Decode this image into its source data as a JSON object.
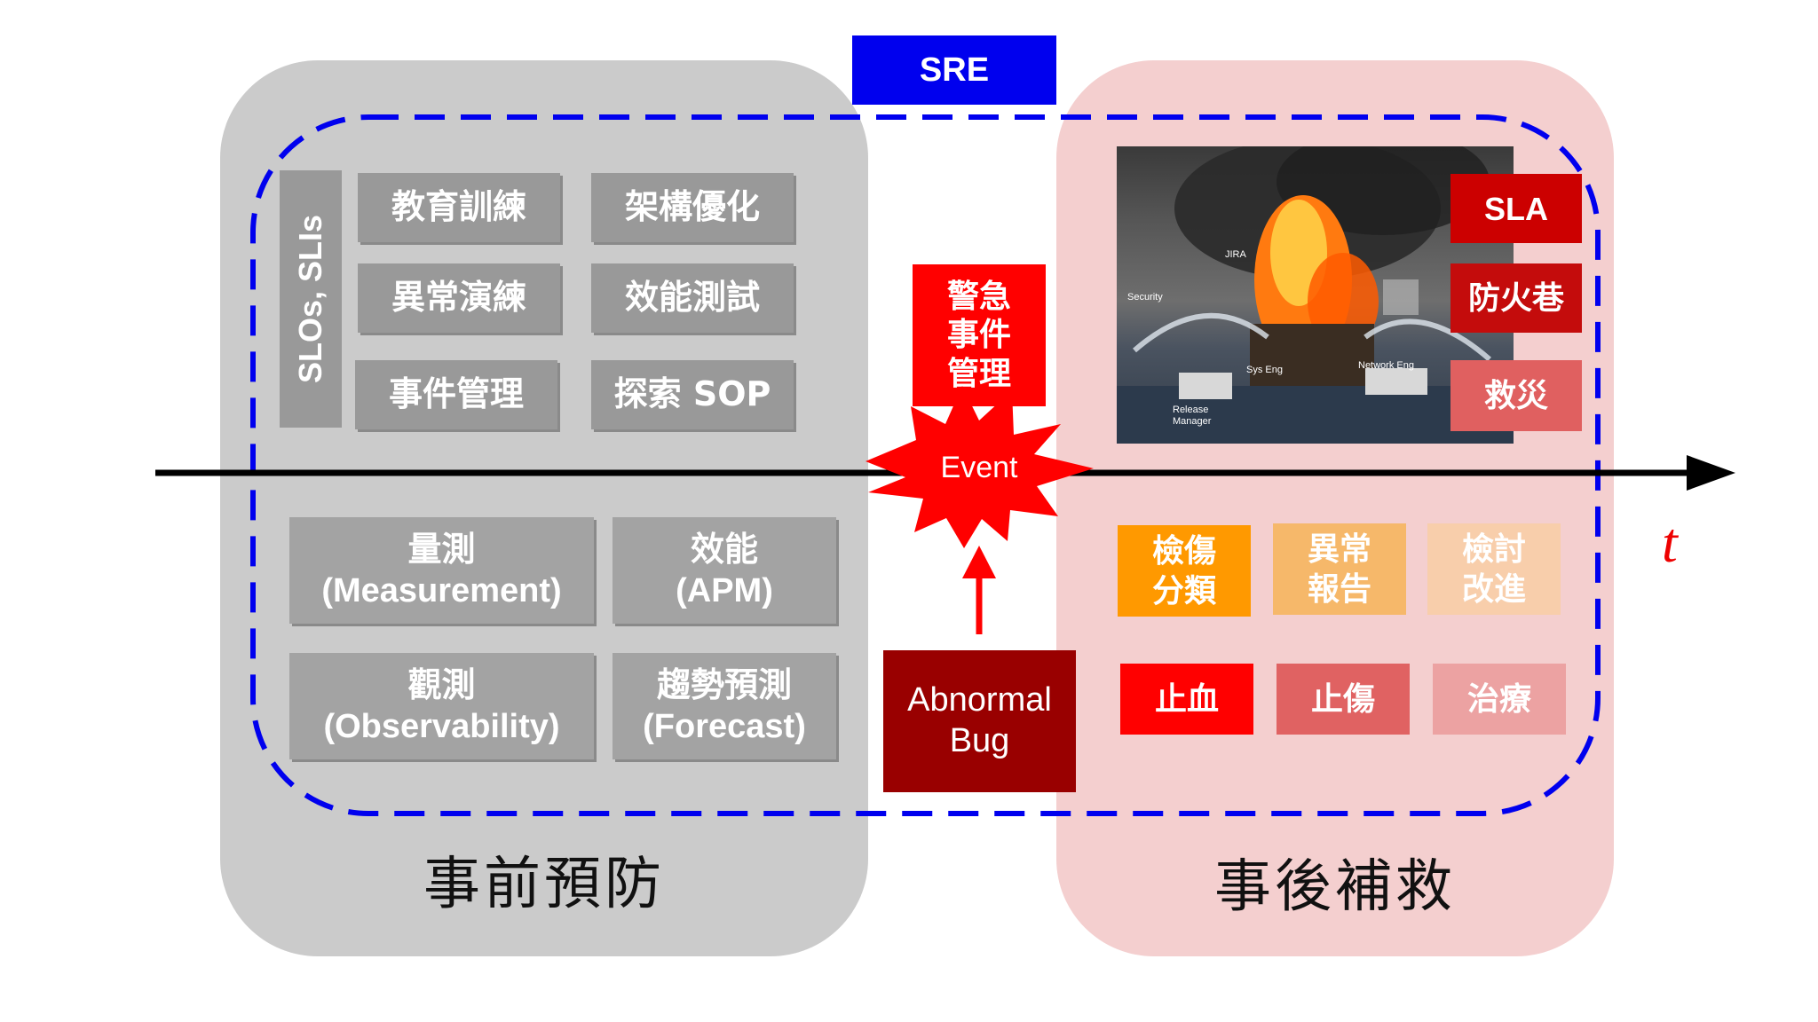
{
  "sre_label": "SRE",
  "left_panel": {
    "title": "事前預防",
    "slo_label": "SLOs, SLIs",
    "practices": [
      "教育訓練",
      "架構優化",
      "異常演練",
      "效能測試",
      "事件管理",
      "探索 SOP"
    ],
    "monitoring": [
      {
        "zh": "量測",
        "en": "(Measurement)"
      },
      {
        "zh": "效能",
        "en": "(APM)"
      },
      {
        "zh": "觀測",
        "en": "(Observability)"
      },
      {
        "zh": "趨勢預測",
        "en": "(Forecast)"
      }
    ]
  },
  "right_panel": {
    "title": "事後補救",
    "photo_labels": [
      "JIRA",
      "Security",
      "Sys Eng",
      "Network Eng",
      "Release",
      "Manager"
    ],
    "response_stack": [
      "SLA",
      "防火巷",
      "救災"
    ],
    "followup": [
      {
        "line1": "檢傷",
        "line2": "分類"
      },
      {
        "line1": "異常",
        "line2": "報告"
      },
      {
        "line1": "檢討",
        "line2": "改進"
      }
    ],
    "treatment": [
      "止血",
      "止傷",
      "治療"
    ]
  },
  "center": {
    "alert": [
      "警急",
      "事件",
      "管理"
    ],
    "event_label": "Event",
    "bug_lines": [
      "Abnormal",
      "Bug"
    ]
  },
  "time_axis_label": "t",
  "colors": {
    "sre_blue": "#0000ee",
    "alert_red": "#ff0000",
    "bug_dark_red": "#990000",
    "panel_gray": "#cbcbcb",
    "panel_pink": "#f4cfcf"
  }
}
